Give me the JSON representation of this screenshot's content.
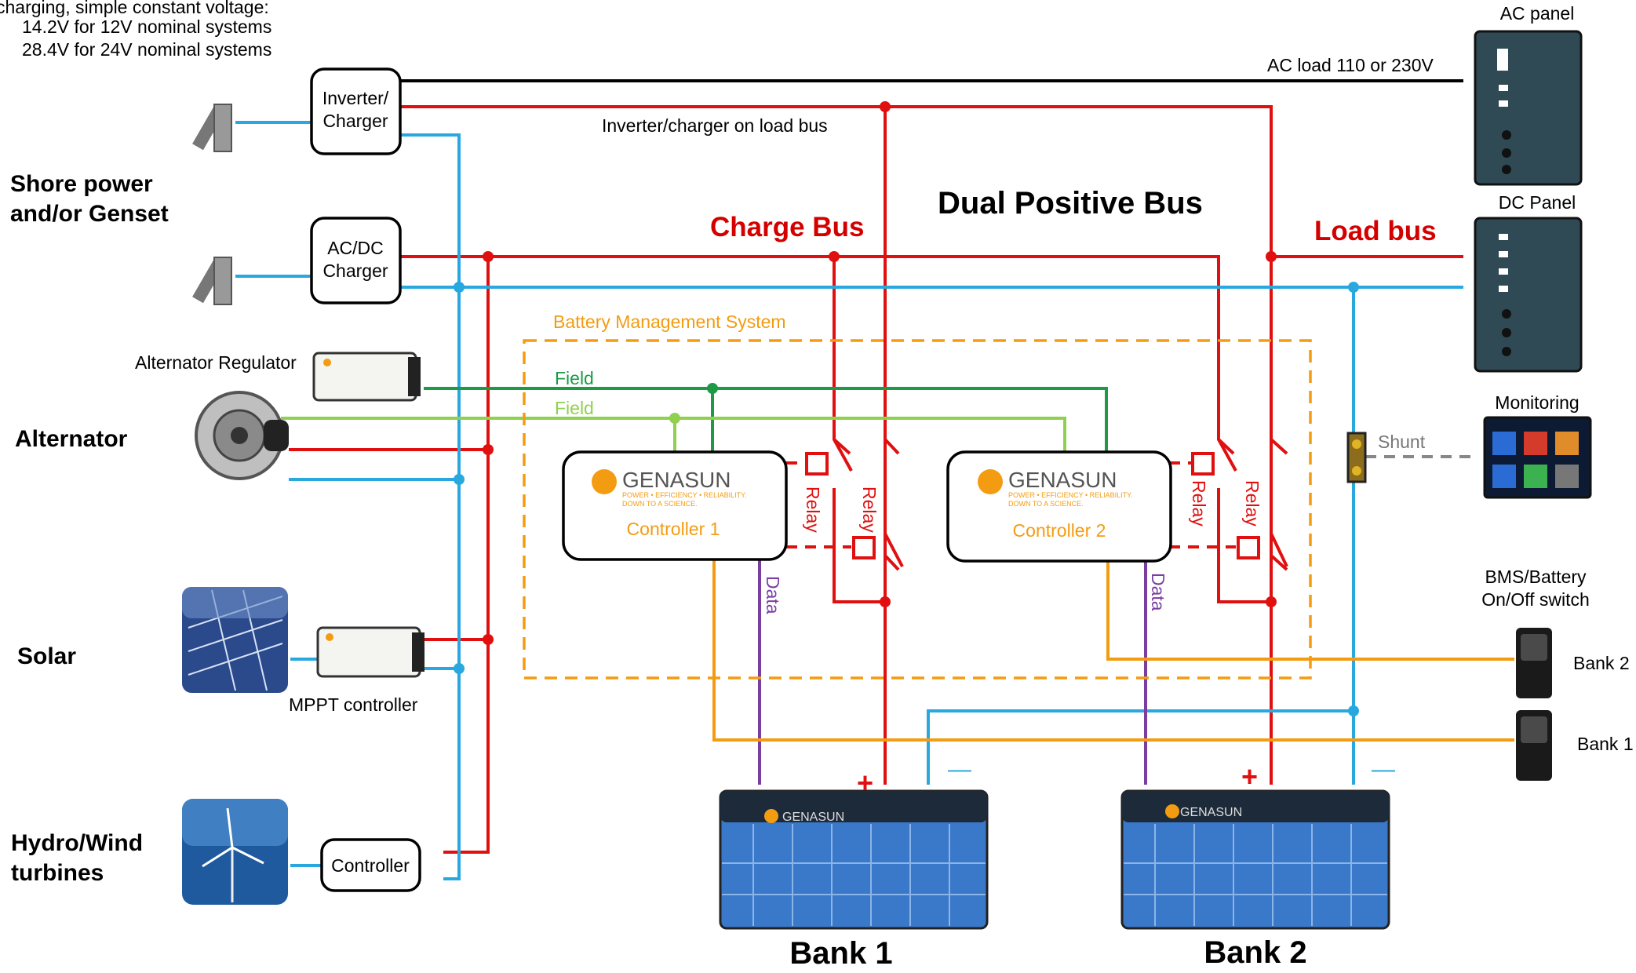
{
  "title": "Dual Positive Bus",
  "header_note": [
    "charging, simple constant voltage:",
    "14.2V for 12V nominal systems",
    "28.4V for 24V nominal systems"
  ],
  "sources": {
    "shore_power": [
      "Shore power",
      "and/or Genset"
    ],
    "alternator": "Alternator",
    "solar": "Solar",
    "hydro_wind": [
      "Hydro/Wind",
      "turbines"
    ]
  },
  "devices": {
    "inverter_charger": [
      "Inverter/",
      "Charger"
    ],
    "acdc_charger": [
      "AC/DC",
      "Charger"
    ],
    "alternator_regulator": "Alternator Regulator",
    "mppt_controller": "MPPT controller",
    "turbine_controller": "Controller",
    "ac_panel": "AC panel",
    "dc_panel": "DC Panel",
    "monitoring": "Monitoring",
    "shunt": "Shunt",
    "bms_switch": [
      "BMS/Battery",
      "On/Off switch"
    ]
  },
  "buses": {
    "ac_load": "AC load 110 or 230V",
    "inverter_on_load": "Inverter/charger on load bus",
    "charge_bus": "Charge Bus",
    "load_bus": "Load bus"
  },
  "bms": {
    "label": "Battery Management System",
    "field_1": "Field",
    "field_2": "Field",
    "brand": "GENASUN",
    "tagline_1": "POWER • EFFICIENCY • RELIABILITY.",
    "tagline_2": "DOWN TO A SCIENCE.",
    "controller_1": "Controller 1",
    "controller_2": "Controller 2",
    "relay": "Relay",
    "data": "Data"
  },
  "batteries": {
    "bank_1": "Bank 1",
    "bank_2": "Bank 2",
    "plus": "+",
    "minus": "—",
    "brand": "GENASUN"
  },
  "switches": {
    "bank_2": "Bank 2",
    "bank_1": "Bank 1"
  },
  "colors": {
    "positive": "#e01010",
    "negative": "#29a8e0",
    "ac": "#000000",
    "field_dark": "#1e9a47",
    "field_light": "#8fd14f",
    "bms": "#f39c12",
    "data": "#7a3ea1",
    "title_red": "#d40000"
  }
}
